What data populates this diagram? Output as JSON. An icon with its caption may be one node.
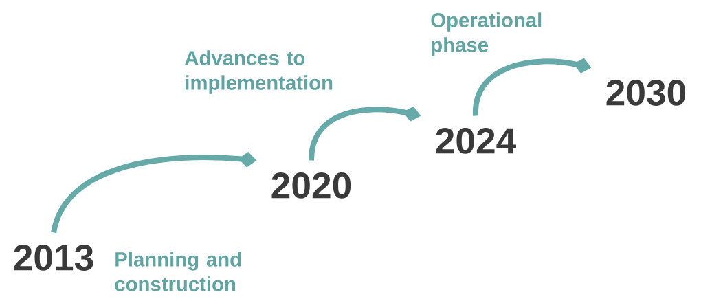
{
  "diagram": {
    "nodes": [
      {
        "text": [
          "2013"
        ],
        "beside": [
          "Planning and construction"
        ]
      },
      {
        "text": [
          "2020"
        ],
        "beside": [
          "Advances to implementation"
        ]
      },
      {
        "text": [
          "2024"
        ],
        "beside": [
          "Operational phase"
        ]
      },
      {
        "text": [
          "2030"
        ]
      }
    ],
    "edges": [
      {
        "from": 0,
        "to": 1,
        "arrow": "other"
      },
      {
        "from": 1,
        "to": 2,
        "arrow": "other"
      },
      {
        "from": 2,
        "to": 3,
        "arrow": "other"
      }
    ]
  }
}
